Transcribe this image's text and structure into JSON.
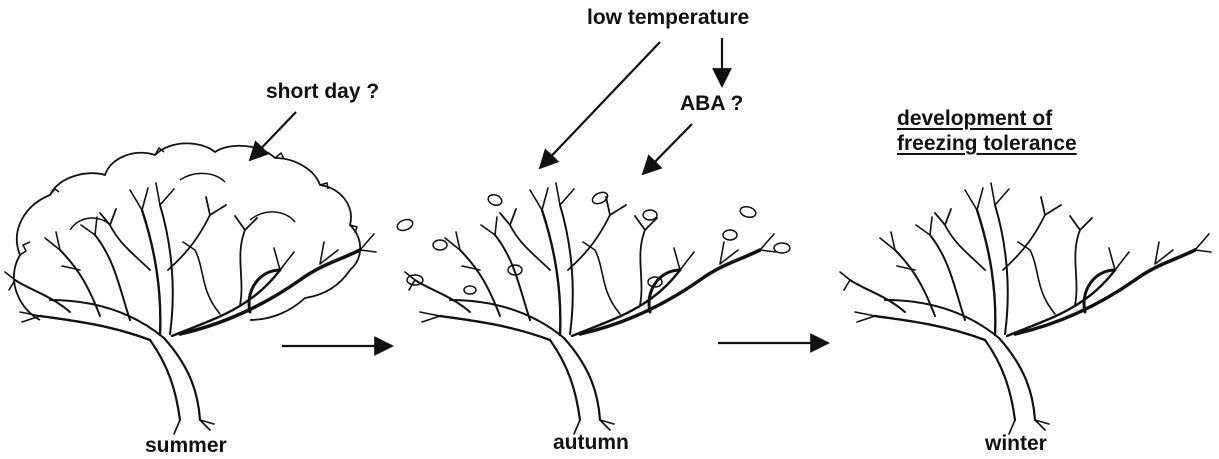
{
  "labels": {
    "short_day": "short day ?",
    "low_temperature": "low temperature",
    "aba": "ABA ?",
    "development_line1": "development of",
    "development_line2": "freezing tolerance"
  },
  "seasons": [
    {
      "id": "summer",
      "label": "summer"
    },
    {
      "id": "autumn",
      "label": "autumn"
    },
    {
      "id": "winter",
      "label": "winter"
    }
  ],
  "colors": {
    "ink": "#111111",
    "background": "#ffffff"
  }
}
